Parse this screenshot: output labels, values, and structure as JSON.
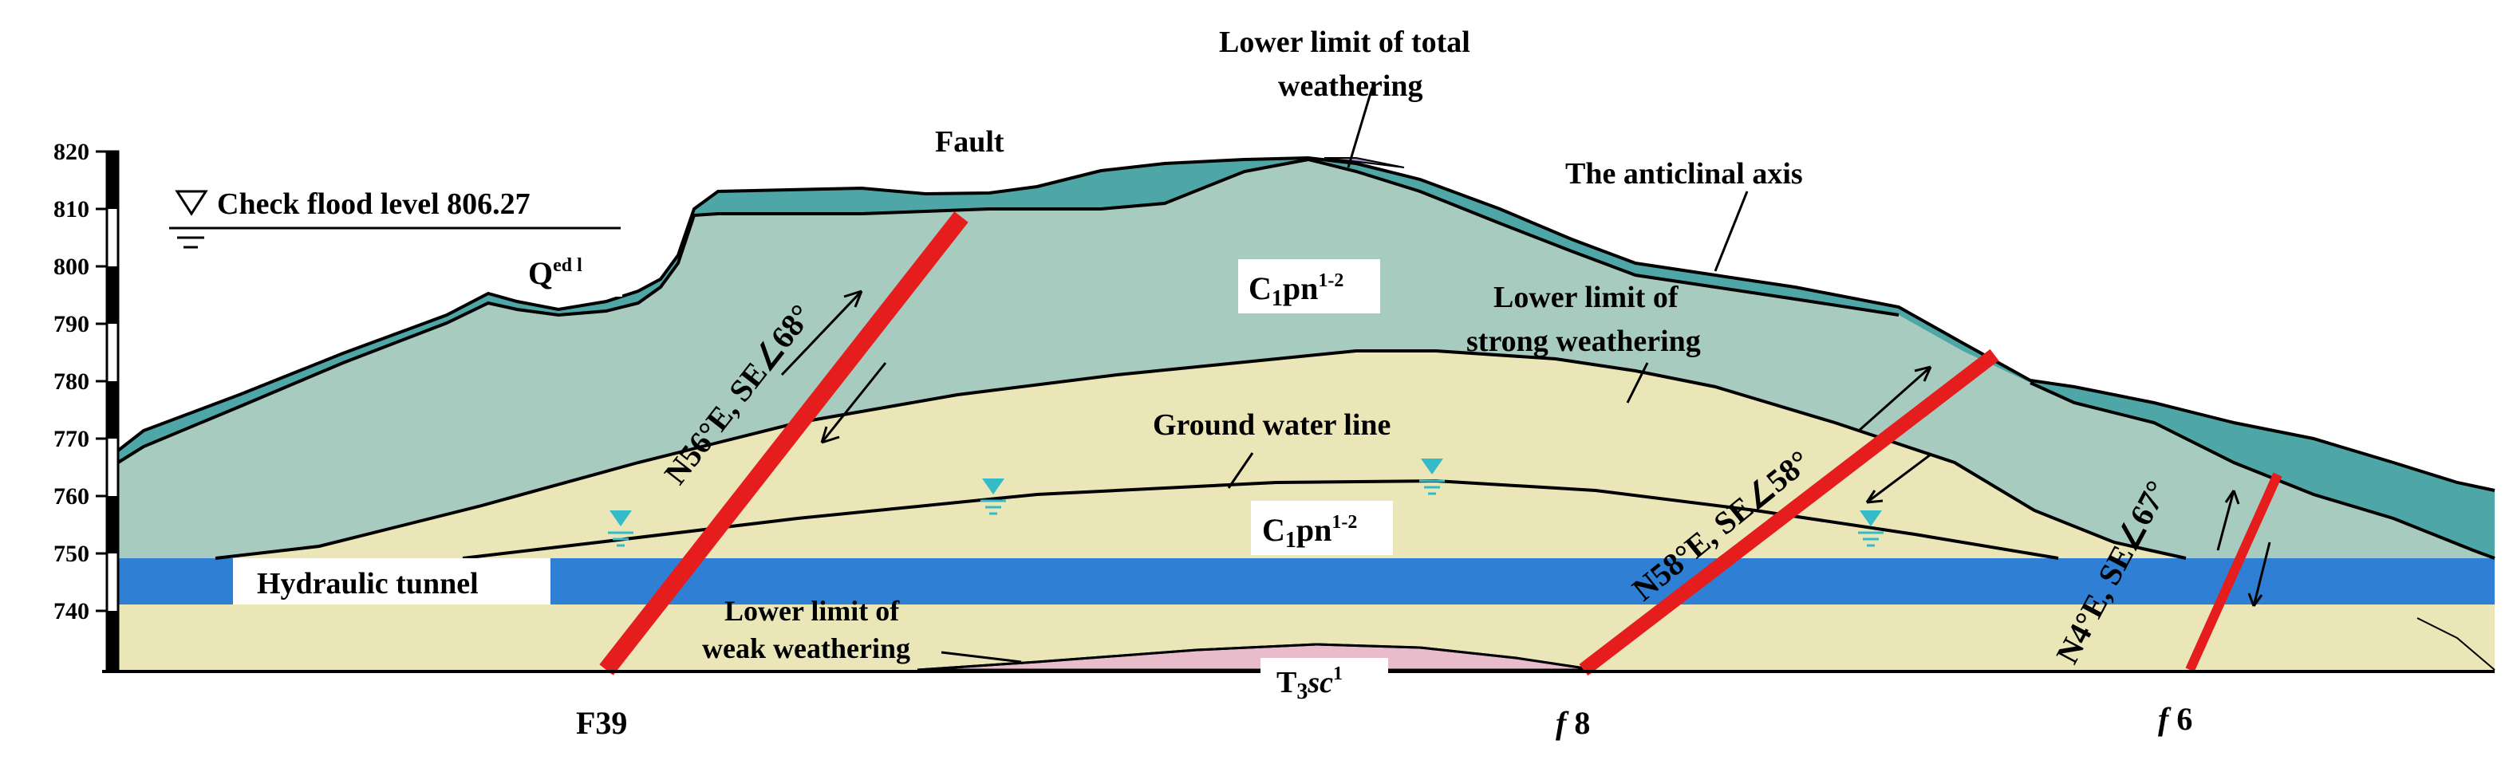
{
  "depth_axis": {
    "unit": "m",
    "ticks": [
      820,
      810,
      800,
      790,
      780,
      770,
      760,
      750,
      740
    ]
  },
  "labels": {
    "total_weathering_line1": "Lower limit of total",
    "total_weathering_line2": "weathering",
    "fault": "Fault",
    "anticlinal_axis": "The anticlinal axis",
    "check_flood": "Check flood level 806.27",
    "strong_weathering_line1": "Lower limit of",
    "strong_weathering_line2": "strong weathering",
    "ground_water": "Ground water line",
    "hydraulic_tunnel": "Hydraulic tunnel",
    "weak_weathering_line1": "Lower limit of",
    "weak_weathering_line2": "weak weathering"
  },
  "strata": {
    "q_base": "Q",
    "q_sup": "ed l",
    "c1_base": "C",
    "c1_sub": "1",
    "c1_mid": "pn",
    "c1_sup": "1-2",
    "t3_base": "T",
    "t3_sub": "3",
    "t3_italic": "sc",
    "t3_sup": "1"
  },
  "faults": [
    {
      "id": "F39",
      "attitude": "N56°E, SE∠68°"
    },
    {
      "id": "f8",
      "letter": "f",
      "number": " 8",
      "attitude": "N58°E, SE∠58°"
    },
    {
      "id": "f6",
      "letter": "f",
      "number": " 6",
      "attitude": "N4°E, SE∠67°"
    }
  ],
  "colors": {
    "soil_cover": "#4fa6a6",
    "total_weathered": "#a8cbc0",
    "strong_weathered": "#ebe6b8",
    "tunnel": "#2f7fd4",
    "t3_rock": "#e8bccb",
    "purple_zone": "#a58bd6",
    "fault_red": "#e51d1d",
    "water_marker": "#33bcc7"
  }
}
